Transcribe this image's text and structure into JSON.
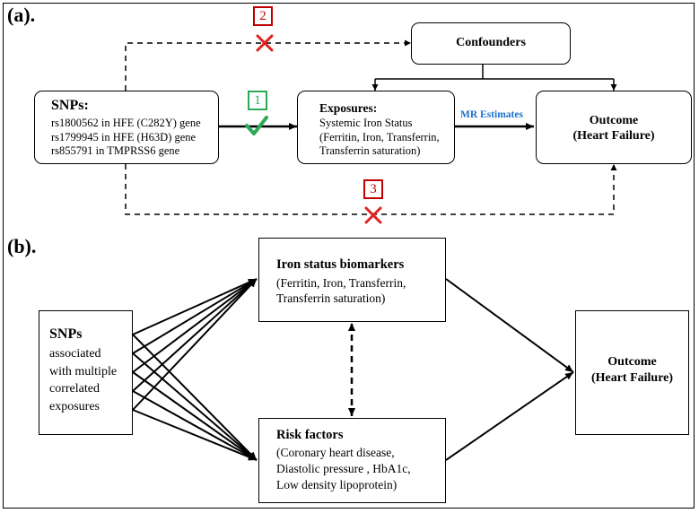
{
  "panel_a": {
    "label": "(a).",
    "snps_title": "SNPs:",
    "snps_lines": [
      "rs1800562 in HFE (C282Y) gene",
      "rs1799945 in HFE (H63D) gene",
      "rs855791 in TMPRSS6 gene"
    ],
    "confounders": "Confounders",
    "exposures_title": "Exposures:",
    "exposures_lines": [
      "Systemic Iron Status",
      "(Ferritin, Iron, Transferrin,",
      "Transferrin saturation)"
    ],
    "outcome_title": "Outcome",
    "outcome_sub": "(Heart Failure)",
    "mr_estimates": "MR Estimates",
    "assumption_1": "1",
    "assumption_2": "2",
    "assumption_3": "3",
    "colors": {
      "valid": "#2aaa55",
      "invalid": "#e02020",
      "badge_red": "#c00000",
      "mr_text": "#1a6fd0"
    }
  },
  "panel_b": {
    "label": "(b).",
    "snps_title": "SNPs",
    "snps_lines": [
      "associated",
      "with multiple",
      "correlated",
      "exposures"
    ],
    "iron_title": "Iron status biomarkers",
    "iron_lines": [
      "(Ferritin, Iron, Transferrin,",
      "Transferrin saturation)"
    ],
    "risk_title": "Risk factors",
    "risk_lines": [
      "(Coronary heart disease,",
      "Diastolic pressure , HbA1c,",
      "Low density lipoprotein)"
    ],
    "outcome_title": "Outcome",
    "outcome_sub": "(Heart Failure)"
  }
}
